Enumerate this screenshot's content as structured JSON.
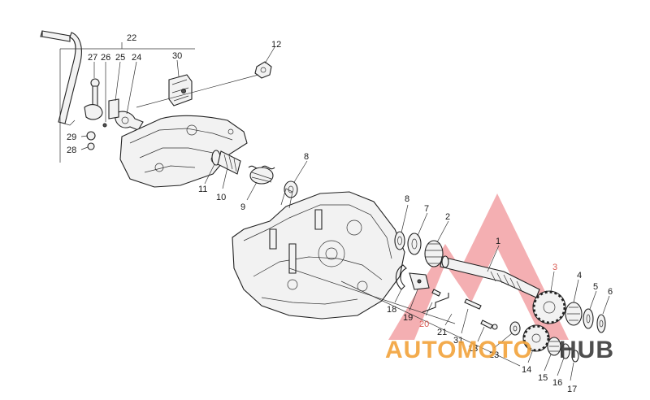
{
  "callouts": [
    {
      "id": "c22",
      "text": "22"
    },
    {
      "id": "c27",
      "text": "27"
    },
    {
      "id": "c26",
      "text": "26"
    },
    {
      "id": "c25",
      "text": "25"
    },
    {
      "id": "c24",
      "text": "24"
    },
    {
      "id": "c30",
      "text": "30"
    },
    {
      "id": "c12",
      "text": "12"
    },
    {
      "id": "c29",
      "text": "29"
    },
    {
      "id": "c28",
      "text": "28"
    },
    {
      "id": "c8a",
      "text": "8"
    },
    {
      "id": "c11",
      "text": "11"
    },
    {
      "id": "c10",
      "text": "10"
    },
    {
      "id": "c9",
      "text": "9"
    },
    {
      "id": "c8b",
      "text": "8"
    },
    {
      "id": "c7",
      "text": "7"
    },
    {
      "id": "c2",
      "text": "2"
    },
    {
      "id": "c1",
      "text": "1"
    },
    {
      "id": "c3",
      "text": "3"
    },
    {
      "id": "c4",
      "text": "4"
    },
    {
      "id": "c5",
      "text": "5"
    },
    {
      "id": "c6",
      "text": "6"
    },
    {
      "id": "c18",
      "text": "18"
    },
    {
      "id": "c19",
      "text": "19"
    },
    {
      "id": "c20",
      "text": "20"
    },
    {
      "id": "c21",
      "text": "21"
    },
    {
      "id": "c31",
      "text": "31"
    },
    {
      "id": "c13",
      "text": "13"
    },
    {
      "id": "c23",
      "text": "23"
    },
    {
      "id": "c14",
      "text": "14"
    },
    {
      "id": "c15",
      "text": "15"
    },
    {
      "id": "c16",
      "text": "16"
    },
    {
      "id": "c17",
      "text": "17"
    }
  ],
  "watermark": {
    "text_left": "AUTOMOTO",
    "text_right": "HUB",
    "color_red": "#e8545a",
    "color_orange": "#f2a33a",
    "color_dark": "#3b3b3b"
  }
}
